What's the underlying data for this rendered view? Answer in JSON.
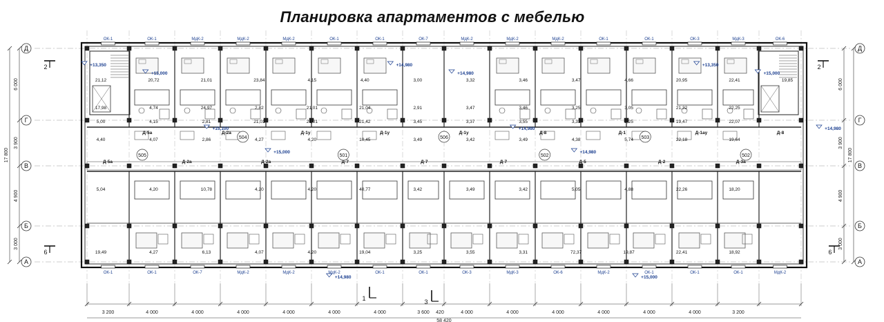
{
  "title": "Планировка апартаментов с мебелью",
  "axes": {
    "rows": [
      "Д",
      "Г",
      "В",
      "Б",
      "А"
    ],
    "row_dims": [
      "6 000",
      "3 900",
      "4 900",
      "3 000"
    ],
    "overall_vertical": "17 800",
    "bottom_dims": [
      "3 200",
      "4 000",
      "4 000",
      "4 000",
      "4 000",
      "4 000",
      "4 000",
      "3 600",
      "4 000",
      "4 000",
      "4 000",
      "4 000",
      "4 000",
      "4 000",
      "3 200"
    ],
    "overall_horizontal": "58 420",
    "offset_label": "420"
  },
  "sections": [
    {
      "label": "1",
      "side": "bottom"
    },
    {
      "label": "3",
      "side": "bottom"
    },
    {
      "label": "2",
      "side": "left"
    },
    {
      "label": "2",
      "side": "right"
    },
    {
      "label": "6",
      "side": "left"
    },
    {
      "label": "6",
      "side": "right"
    }
  ],
  "elevations": [
    "+13,350",
    "+15,000",
    "+15,100",
    "+15,000",
    "+14,980",
    "+14,980",
    "+14,980",
    "+14,980",
    "+14,980",
    "+15,000",
    "+13,350",
    "+15,000",
    "+14,980"
  ],
  "room_numbers": [
    "505",
    "504",
    "501",
    "506",
    "502",
    "503",
    "502"
  ],
  "window_tags": [
    "ОК-1",
    "ОК-1",
    "МдК-2",
    "МдК-2",
    "МдК-2",
    "ОК-1",
    "ОК-1",
    "ОК-7",
    "МдК-2",
    "МдК-2",
    "МдК-2",
    "ОК-1",
    "ОК-1",
    "ОК-3",
    "МдК-3",
    "ОК-6",
    "МдК-2",
    "ОК-1"
  ],
  "door_tags": [
    "Д-5а",
    "Д-5а",
    "Д-2а",
    "Д-2а",
    "Д-2а",
    "Д-1у",
    "Д-7",
    "Д-1у",
    "Д-7",
    "Д-1у",
    "Д-7",
    "Д-8",
    "Д-5",
    "Д-1",
    "Д-2",
    "Д-1ау",
    "Д-3а",
    "Д-8"
  ],
  "areas": [
    "21,12",
    "17,98",
    "5,00",
    "4,40",
    "5,04",
    "19,49",
    "20,72",
    "4,74",
    "4,15",
    "4,07",
    "4,20",
    "4,27",
    "21,01",
    "24,97",
    "2,81",
    "2,86",
    "10,78",
    "6,13",
    "23,84",
    "2,82",
    "21,01",
    "4,27",
    "4,20",
    "4,07",
    "4,15",
    "21,01",
    "21,01",
    "4,20",
    "4,20",
    "4,20",
    "4,40",
    "21,04",
    "21,42",
    "10,45",
    "40,77",
    "19,04",
    "3,00",
    "2,91",
    "3,45",
    "3,49",
    "3,42",
    "3,25",
    "3,32",
    "3,47",
    "3,37",
    "3,42",
    "3,49",
    "3,55",
    "3,46",
    "3,46",
    "3,55",
    "3,49",
    "3,42",
    "3,31",
    "3,47",
    "3,25",
    "3,31",
    "4,38",
    "5,05",
    "72,37",
    "4,66",
    "3,05",
    "3,25",
    "5,74",
    "4,88",
    "19,87",
    "20,95",
    "21,32",
    "19,47",
    "22,18",
    "22,26",
    "22,41",
    "22,41",
    "22,25",
    "22,07",
    "19,64",
    "18,20",
    "18,92",
    "19,85"
  ]
}
